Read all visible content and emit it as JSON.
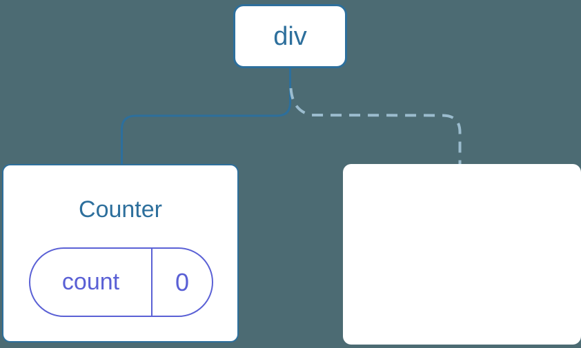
{
  "diagram": {
    "root_node": {
      "label": "div"
    },
    "counter_node": {
      "title": "Counter",
      "state_pill": {
        "name": "count",
        "value": "0"
      }
    },
    "removed_node": {
      "icon": "poof-burst-icon"
    }
  },
  "colors": {
    "background": "#4C6B73",
    "node_blue": "#2D6F9C",
    "state_indigo": "#5A60D5",
    "dashed_light_blue": "#9BBCCE",
    "poof_orange": "#F8B159",
    "card_white": "#FFFFFF"
  }
}
